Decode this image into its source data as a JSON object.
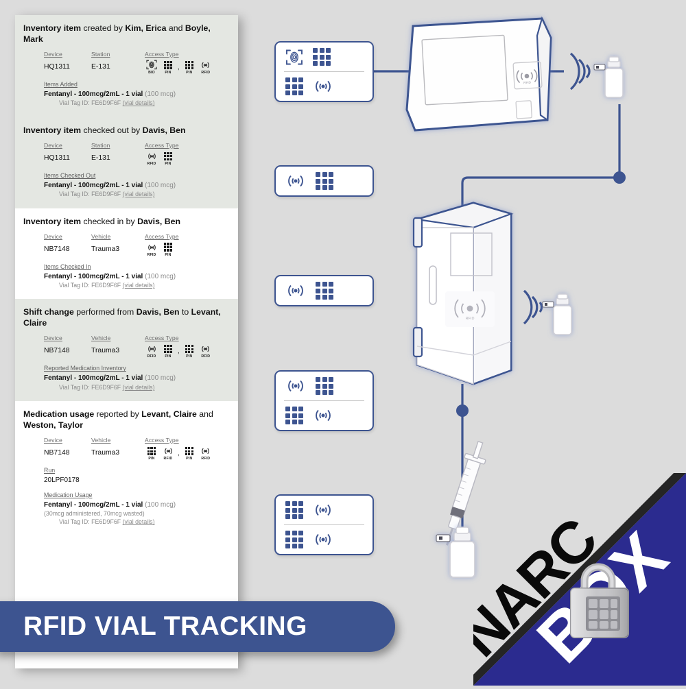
{
  "banner": {
    "text": "RFID VIAL TRACKING",
    "color": "#3d5490"
  },
  "logo": {
    "word_top": "NARC",
    "word_bottom": "BOX",
    "lock_icon": "padlock-keypad-icon",
    "blue": "#2b2b8f"
  },
  "labels": {
    "device": "Device",
    "station": "Station",
    "vehicle": "Vehicle",
    "access_type": "Access Type",
    "run": "Run",
    "bio": "BIO",
    "pin": "PIN",
    "rfid": "RFID",
    "comma": ","
  },
  "timeline": {
    "cards": [
      {
        "title_bold_1": "Inventory item",
        "title_rest_1": " created by ",
        "title_bold_2": "Kim, Erica",
        "title_rest_2": " and ",
        "title_bold_3": "Boyle, Mark",
        "full_title": "Inventory item created by Kim, Erica and Boyle, Mark",
        "col2_header": "Station",
        "device": "HQ1311",
        "location": "E-131",
        "access": [
          "BIO",
          "PIN",
          ",",
          "PIN",
          "RFID"
        ],
        "section": "Items Added",
        "item": "Fentanyl - 100mcg/2mL - 1 vial",
        "item_paren": "(100 mcg)",
        "vial_tag_label": "Vial Tag ID: FE6D9F6F",
        "vial_details_link": "(vial details)"
      },
      {
        "full_title": "Inventory item checked out by Davis, Ben",
        "col2_header": "Station",
        "device": "HQ1311",
        "location": "E-131",
        "access": [
          "RFID",
          "PIN"
        ],
        "section": "Items Checked Out",
        "item": "Fentanyl - 100mcg/2mL - 1 vial",
        "item_paren": "(100 mcg)",
        "vial_tag_label": "Vial Tag ID: FE6D9F6F",
        "vial_details_link": "(vial details)"
      },
      {
        "full_title": "Inventory item checked in by Davis, Ben",
        "col2_header": "Vehicle",
        "device": "NB7148",
        "location": "Trauma3",
        "access": [
          "RFID",
          "PIN"
        ],
        "section": "Items Checked In",
        "item": "Fentanyl - 100mcg/2mL - 1 vial",
        "item_paren": "(100 mcg)",
        "vial_tag_label": "Vial Tag ID: FE6D9F6F",
        "vial_details_link": "(vial details)"
      },
      {
        "full_title": "Shift change performed from Davis, Ben to Levant, Claire",
        "col2_header": "Vehicle",
        "device": "NB7148",
        "location": "Trauma3",
        "access": [
          "RFID",
          "PIN",
          ",",
          "PIN",
          "RFID"
        ],
        "section": "Reported Medication Inventory",
        "item": "Fentanyl - 100mcg/2mL - 1 vial",
        "item_paren": "(100 mcg)",
        "vial_tag_label": "Vial Tag ID: FE6D9F6F",
        "vial_details_link": "(vial details)"
      },
      {
        "full_title": "Medication usage reported by Levant, Claire and Weston, Taylor",
        "col2_header": "Vehicle",
        "device": "NB7148",
        "location": "Trauma3",
        "access": [
          "PIN",
          "RFID",
          ",",
          "PIN",
          "RFID"
        ],
        "run_label": "Run",
        "run_value": "20LPF0178",
        "section": "Medication Usage",
        "item": "Fentanyl - 100mcg/2mL - 1 vial",
        "item_paren": "(100 mcg)",
        "note": "(30mcg administered, 70mcg wasted)",
        "vial_tag_label": "Vial Tag ID: FE6D9F6F",
        "vial_details_link": "(vial details)"
      }
    ]
  },
  "diagram": {
    "accent": "#3d5490",
    "access_badges": [
      {
        "name": "access-badge-1",
        "rows": [
          [
            "bio-icon",
            "keypad-icon"
          ],
          [
            "keypad-icon",
            "rfid-icon"
          ]
        ]
      },
      {
        "name": "access-badge-2",
        "rows": [
          [
            "rfid-icon",
            "keypad-icon"
          ]
        ]
      },
      {
        "name": "access-badge-3",
        "rows": [
          [
            "rfid-icon",
            "keypad-icon"
          ]
        ]
      },
      {
        "name": "access-badge-4",
        "rows": [
          [
            "rfid-icon",
            "keypad-icon"
          ],
          [
            "keypad-icon",
            "rfid-icon"
          ]
        ]
      },
      {
        "name": "access-badge-5",
        "rows": [
          [
            "keypad-icon",
            "rfid-icon"
          ],
          [
            "keypad-icon",
            "rfid-icon"
          ]
        ]
      }
    ],
    "devices": [
      {
        "name": "tablet-kiosk",
        "reader": "RFID"
      },
      {
        "name": "wall-cabinet-safe",
        "reader": "RFID"
      },
      {
        "name": "vial-with-syringe",
        "reader": ""
      }
    ],
    "reader_label": "RFID"
  }
}
